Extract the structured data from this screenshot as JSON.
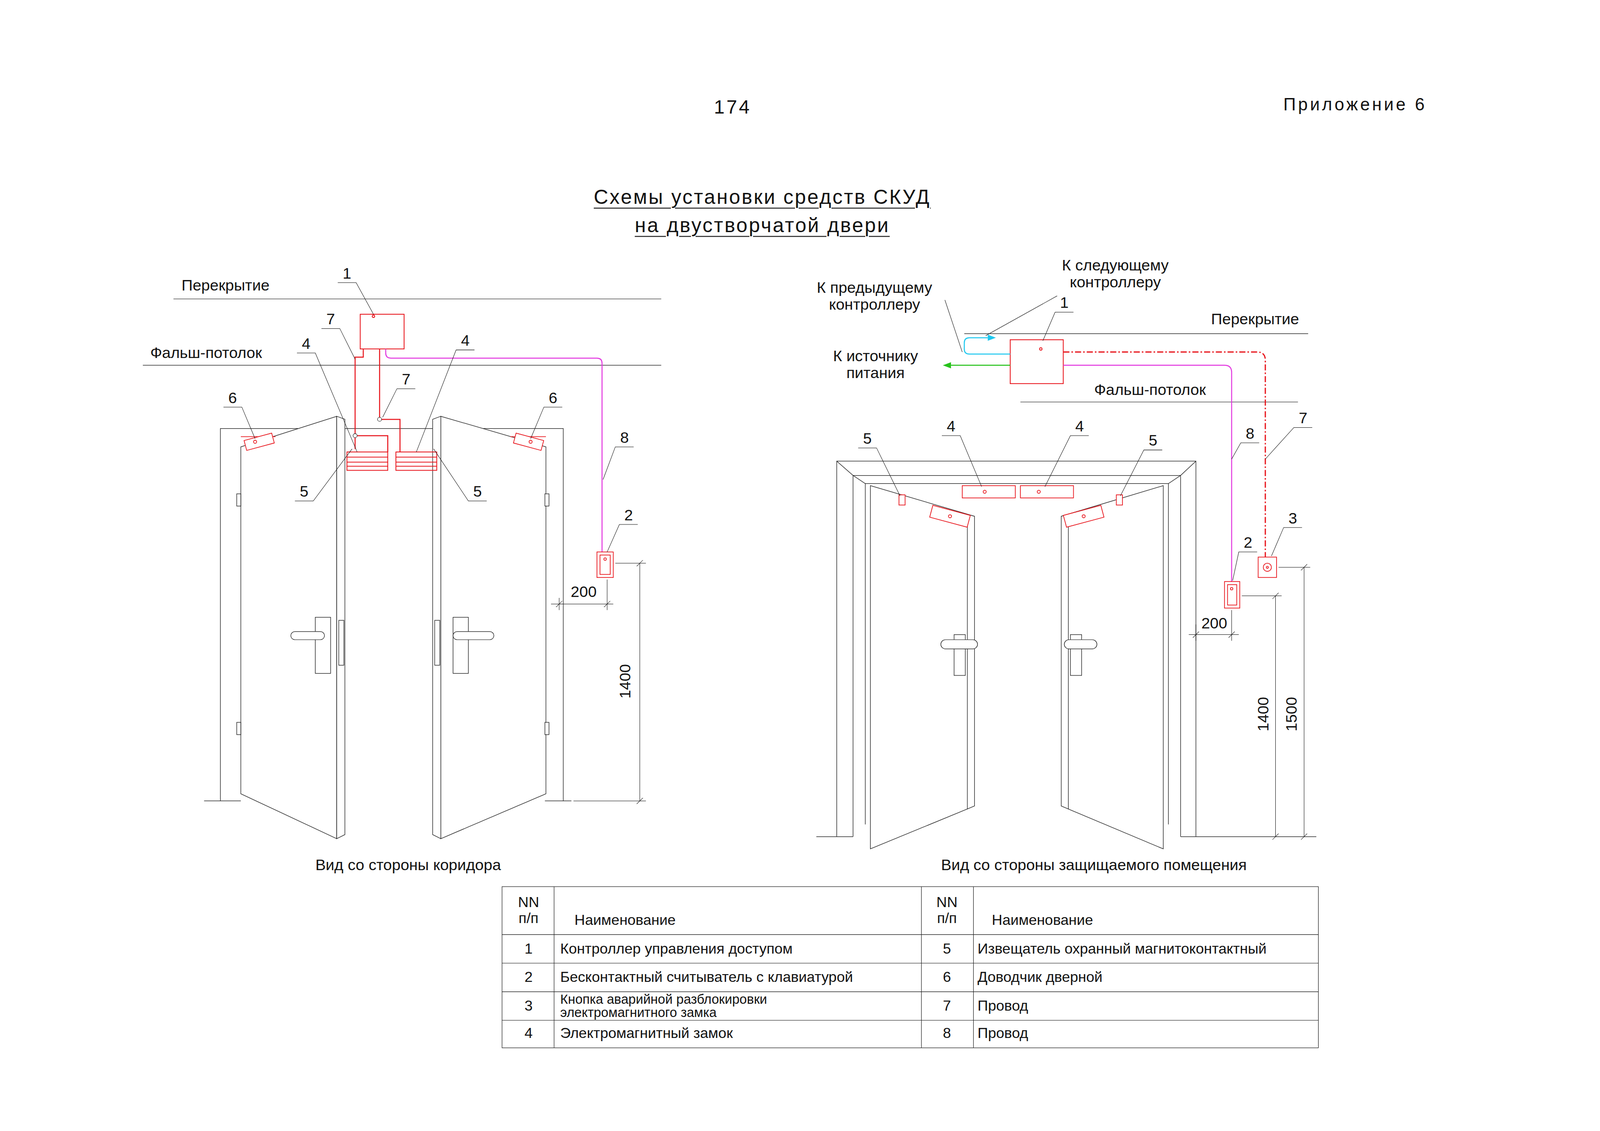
{
  "diagram": {
    "title": "Схемы установки средств СКУД на двустворчатой двери",
    "labels": [
      "174",
      "Приложение 6",
      "Перекрытие",
      "1",
      "Фальш-потолок",
      "7",
      "4",
      "4",
      "7",
      "6",
      "6",
      "8",
      "5",
      "5",
      "2",
      "200",
      "1400",
      "Вид со стороны коридора",
      "К предыдущему контроллеру",
      "К следующему контроллеру",
      "Перекрытие",
      "1",
      "К источнику питания",
      "Фальш-потолок",
      "5",
      "4",
      "4",
      "5",
      "8",
      "7",
      "2",
      "3",
      "200",
      "1400",
      "1500",
      "Вид со стороны защищаемого помещения",
      "NN п/п",
      "Наименование",
      "NN п/п",
      "Наименование",
      "1",
      "Контроллер управления доступом",
      "5",
      "Извещатель охранный магнитоконтактный",
      "2",
      "Бесконтактный считыватель с клавиатурой",
      "6",
      "Доводчик дверной",
      "3",
      "Кнопка аварийной разблокировки электромагнитного замка",
      "7",
      "Провод",
      "4",
      "Электромагнитный замок",
      "8",
      "Провод"
    ]
  }
}
